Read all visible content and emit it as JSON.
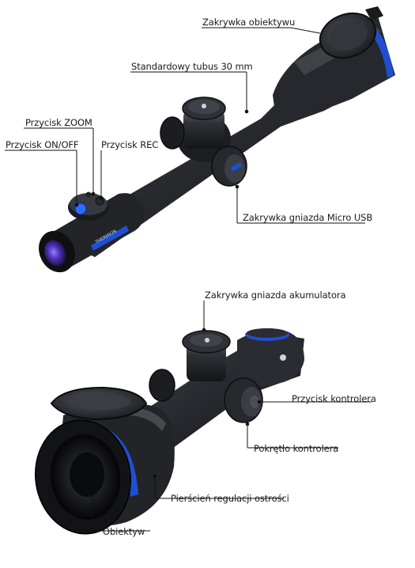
{
  "diagram": {
    "top_view": {
      "labels": {
        "lens_cap": "Zakrywka obiektywu",
        "tube": "Standardowy tubus 30 mm",
        "zoom_button": "Przycisk ZOOM",
        "power_button": "Przycisk ON/OFF",
        "rec_button": "Przycisk REC",
        "usb_cover": "Zakrywka gniazda Micro USB"
      },
      "brand_text": "THERMION"
    },
    "bottom_view": {
      "labels": {
        "battery_cover": "Zakrywka gniazda akumulatora",
        "controller_button": "Przycisk kontrolera",
        "controller_knob": "Pokrętło kontrolera",
        "focus_ring": "Pierścień regulacji ostrości",
        "objective": "Obiektyw"
      }
    },
    "colors": {
      "body": "#2b2d31",
      "body_dark": "#16171a",
      "highlight": "#5a5d63",
      "accent_blue": "#1f4fd1",
      "leader": "#111111"
    }
  }
}
